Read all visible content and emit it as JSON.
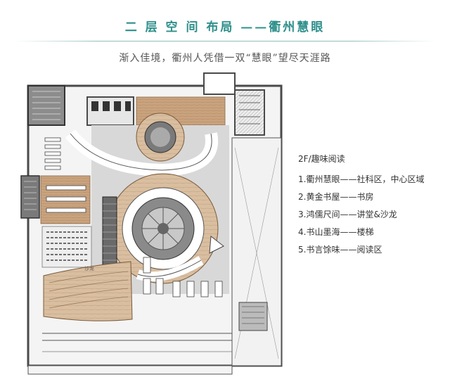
{
  "header": {
    "title": "二 层 空 间 布局 ——衢州慧眼",
    "subtitle": "渐入佳境，衢州人凭借一双“慧眼”望尽天涯路"
  },
  "legend": {
    "title": "2F/趣味阅读",
    "items": [
      "1.衢州慧眼——社科区，中心区域",
      "2.黄金书屋——书房",
      "3.鸿儒尺间——讲堂&沙龙",
      "4.书山墨海——楼梯",
      "5.书言馀味——阅读区"
    ]
  },
  "plan": {
    "sofa_label": "沙龙",
    "colors": {
      "wood": "#c9a37e",
      "floor": "#d4d4d4",
      "wall": "#4a4a4a",
      "accent": "#2e8f8b"
    }
  }
}
